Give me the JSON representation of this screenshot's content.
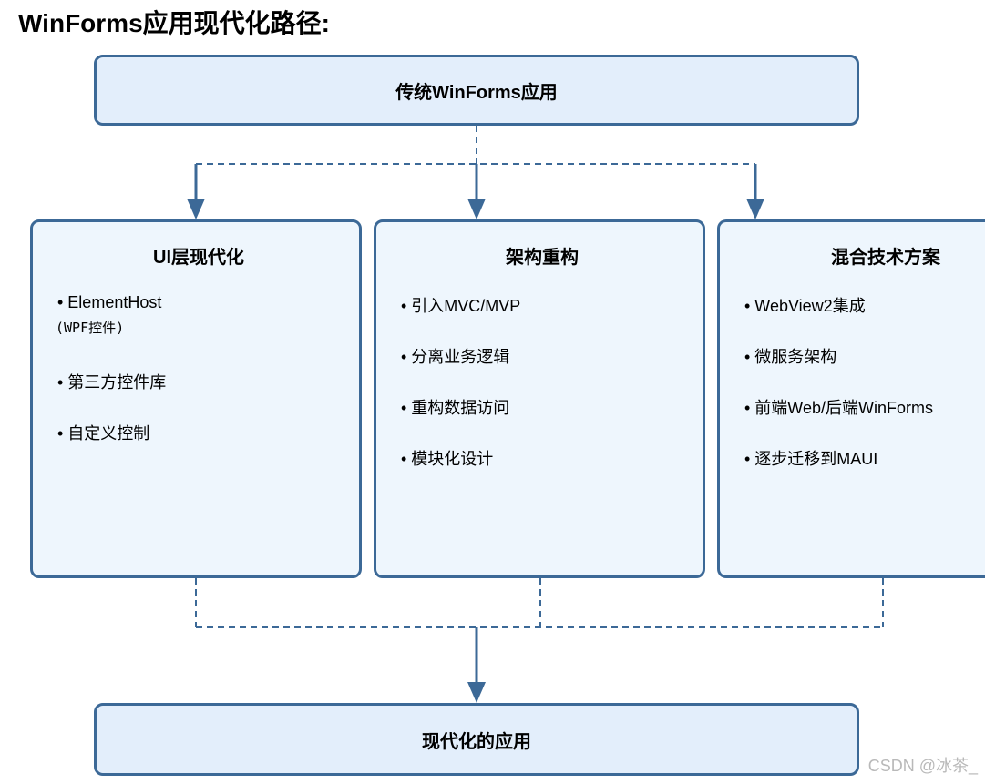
{
  "title": "WinForms应用现代化路径:",
  "top_box": {
    "label": "传统WinForms应用"
  },
  "columns": [
    {
      "title": "UI层现代化",
      "items": [
        "• ElementHost",
        "• 第三方控件库",
        "• 自定义控制"
      ],
      "note": "(WPF控件)"
    },
    {
      "title": "架构重构",
      "items": [
        "• 引入MVC/MVP",
        "• 分离业务逻辑",
        "• 重构数据访问",
        "• 模块化设计"
      ]
    },
    {
      "title": "混合技术方案",
      "items": [
        "• WebView2集成",
        "• 微服务架构",
        "• 前端Web/后端WinForms",
        "• 逐步迁移到MAUI"
      ]
    }
  ],
  "bottom_box": {
    "label": "现代化的应用"
  },
  "watermark": "CSDN @冰茶_",
  "colors": {
    "border": "#3c6997",
    "wide_box_fill": "#e3eefb",
    "column_fill": "#eef6fd",
    "connector": "#3c6997"
  }
}
